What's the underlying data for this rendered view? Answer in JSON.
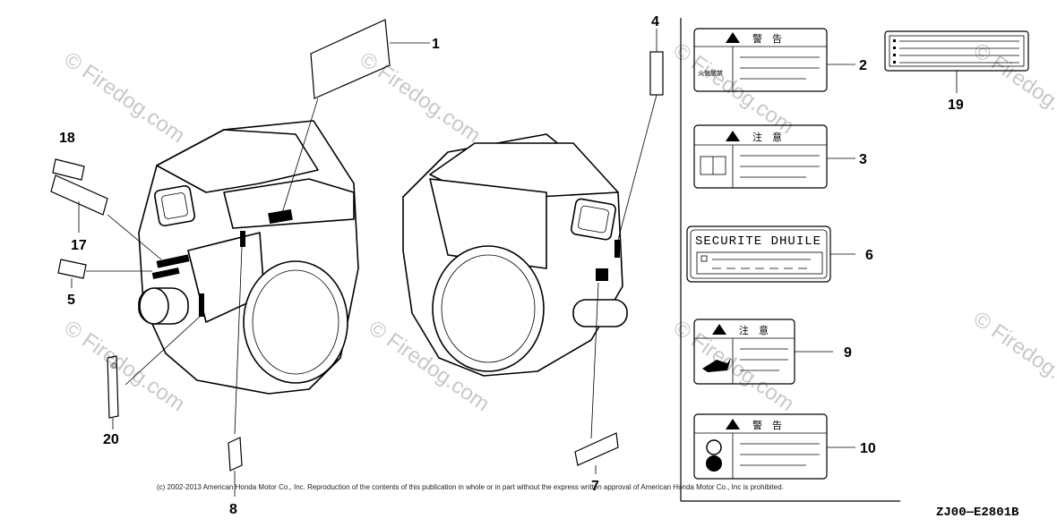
{
  "callouts": [
    "1",
    "2",
    "3",
    "4",
    "5",
    "6",
    "7",
    "8",
    "9",
    "10",
    "17",
    "18",
    "19",
    "20"
  ],
  "labels": {
    "label_2": {
      "head": "警　告",
      "side": "火気厳禁"
    },
    "label_3": {
      "head": "注　意"
    },
    "label_6": {
      "title": "SECURITE DHUILE"
    },
    "label_9": {
      "head": "注　意"
    },
    "label_10": {
      "head": "警　告"
    }
  },
  "watermark": "© Firedog.com",
  "copyright": "(c) 2002-2013 American Honda Motor Co., Inc. Reproduction of the contents of this publication in whole or in part without the express written approval of American Honda Motor Co., Inc is prohibited.",
  "diagram_code": "ZJ00—E2801B"
}
